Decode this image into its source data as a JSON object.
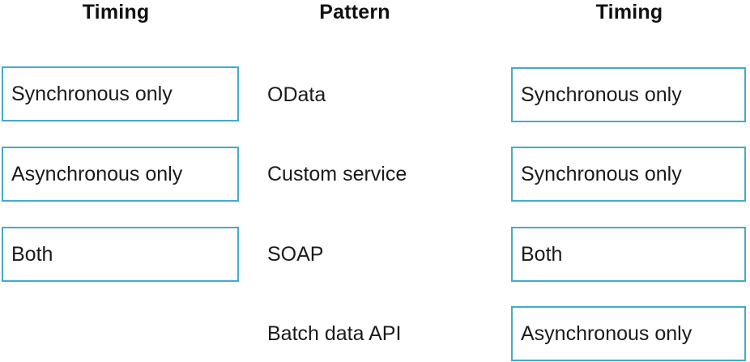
{
  "columns": {
    "left_header": "Timing",
    "middle_header": "Pattern",
    "right_header": "Timing"
  },
  "left_options": [
    {
      "label": "Synchronous only"
    },
    {
      "label": "Asynchronous only"
    },
    {
      "label": "Both"
    }
  ],
  "patterns": [
    {
      "label": "OData"
    },
    {
      "label": "Custom service"
    },
    {
      "label": "SOAP"
    },
    {
      "label": "Batch data API"
    }
  ],
  "right_answers": [
    {
      "label": "Synchronous only"
    },
    {
      "label": "Synchronous only"
    },
    {
      "label": "Both"
    },
    {
      "label": "Asynchronous only"
    }
  ],
  "colors": {
    "box_border": "#44abc9",
    "box_background": "#ffffff",
    "text": "#1a1a1a",
    "page_background": "#ffffff"
  }
}
